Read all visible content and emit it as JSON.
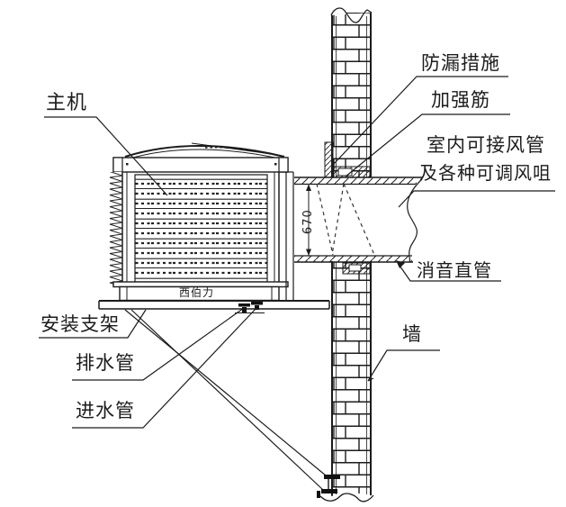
{
  "labels": {
    "main_unit": "主机",
    "leak_prevention": "防漏措施",
    "reinforcing_rib": "加强筋",
    "indoor_duct_note_line1": "室内可接风管",
    "indoor_duct_note_line2": "及各种可调风咀",
    "silencer_straight_duct": "消音直管",
    "wall": "墙",
    "mounting_bracket": "安装支架",
    "drain_pipe": "排水管",
    "water_inlet_pipe": "进水管"
  },
  "unit": {
    "brand": "西伯力"
  },
  "dimensions": {
    "duct_opening_height": "670"
  },
  "colors": {
    "line": "#1c1c1c",
    "background": "#ffffff"
  }
}
